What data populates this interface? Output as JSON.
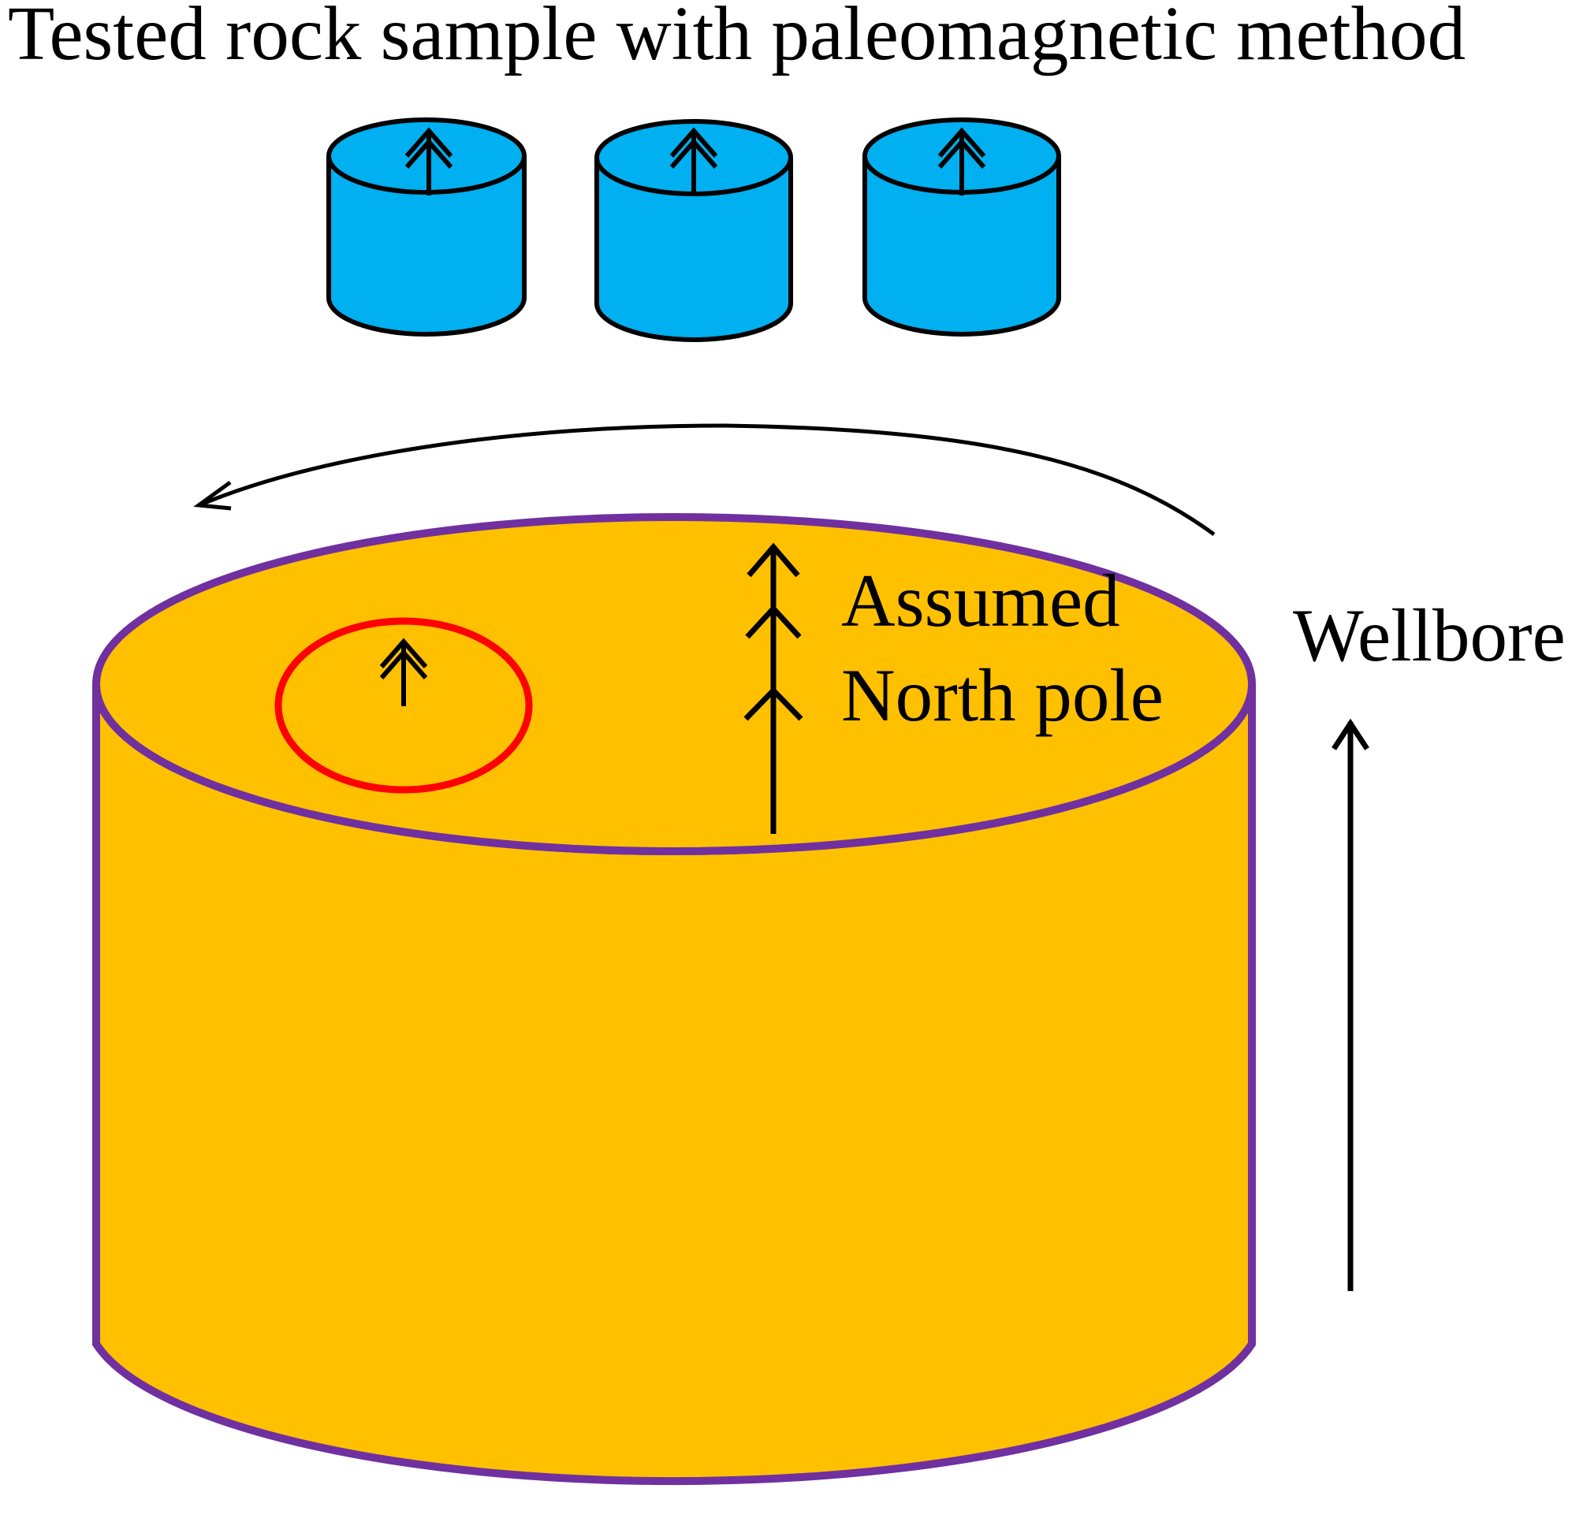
{
  "title": "Tested rock sample with paleomagnetic method",
  "labels": {
    "assumed": "Assumed",
    "north_pole": "North pole",
    "wellbore": "Wellbore"
  },
  "samples": [
    {
      "arrow": "double-arrow-icon"
    },
    {
      "arrow": "double-arrow-icon"
    },
    {
      "arrow": "double-arrow-icon"
    }
  ],
  "colors": {
    "sample_fill": "#00B0F0",
    "core_fill": "#FFC000",
    "core_outline": "#7030A0",
    "highlight_ring": "#FF0000",
    "ink": "#000000"
  }
}
